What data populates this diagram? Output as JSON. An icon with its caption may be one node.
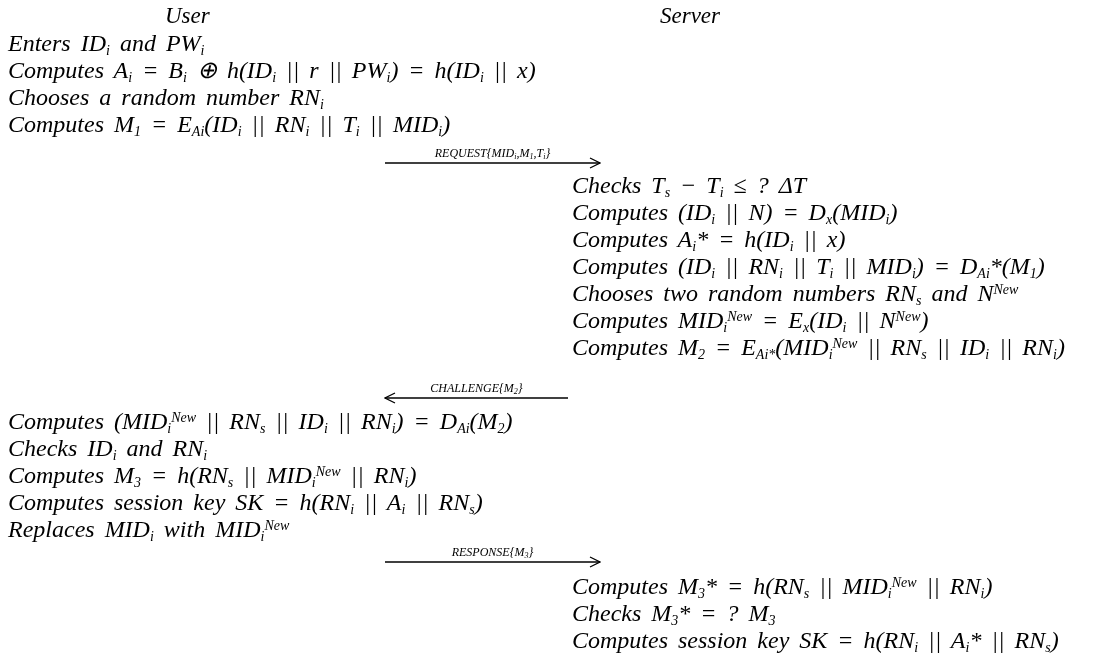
{
  "diagram": {
    "nodes": [
      {
        "text": [
          "Enters ID$_{i}$ and PW$_{i}$",
          "Computes A$_{i}$ = B$_{i}$ ⊕ h(ID$_{i}$ || r || PW$_{i}$) = h(ID$_{i}$ || x)",
          "Chooses a random number RN$_{i}$",
          "Computes M$_{1}$ = E$_{Ai}$(ID$_{i}$ || RN$_{i}$ || T$_{i}$ || MID$_{i}$)"
        ]
      },
      {
        "text": [
          "Checks T$_{s}$ − T$_{i}$ ≤ ? ΔT",
          "Computes (ID$_{i}$ || N) = D$_{x}$(MID$_{i}$)",
          "Computes A$_{i}$* = h(ID$_{i}$ || x)",
          "Computes (ID$_{i}$ || RN$_{i}$ || T$_{i}$ || MID$_{i}$) = D$_{Ai}$*(M$_{1}$)",
          "Chooses two random numbers RN$_{s}$ and N$^{New}$",
          "Computes MID$_{i}$$^{New}$ = E$_{x}$(ID$_{i}$ || N$^{New}$)",
          "Computes M$_{2}$ = E$_{Ai*}$(MID$_{i}$$^{New}$ || RN$_{s}$ || ID$_{i}$ || RN$_{i}$)"
        ]
      },
      {
        "text": [
          "Computes (MID$_{i}$$^{New}$ || RN$_{s}$ || ID$_{i}$ || RN$_{i}$) = D$_{Ai}$(M$_{2}$)",
          "Checks ID$_{i}$ and RN$_{i}$",
          "Computes M$_{3}$ = h(RN$_{s}$ || MID$_{i}$$^{New}$ || RN$_{i}$)",
          "Computes session key SK = h(RN$_{i}$ || A$_{i}$ || RN$_{s}$)",
          "Replaces MID$_{i}$ with MID$_{i}$$^{New}$"
        ]
      },
      {
        "text": [
          "Computes M$_{3}$* = h(RN$_{s}$ || MID$_{i}$$^{New}$ || RN$_{i}$)",
          "Checks M$_{3}$* = ? M$_{3}$",
          "Computes session key SK = h(RN$_{i}$ || A$_{i}$* || RN$_{s}$)"
        ]
      }
    ],
    "edges": [
      {
        "from": 0,
        "to": 1,
        "arrow": "to",
        "label": "REQUEST{MID$_{i}$,M$_{1}$,T$_{i}$}"
      },
      {
        "from": 1,
        "to": 2,
        "arrow": "to",
        "label": "CHALLENGE{M$_{2}$}"
      },
      {
        "from": 2,
        "to": 3,
        "arrow": "to",
        "label": "RESPONSE{M$_{3}$}"
      }
    ],
    "labels": [
      "User",
      "Server"
    ]
  }
}
